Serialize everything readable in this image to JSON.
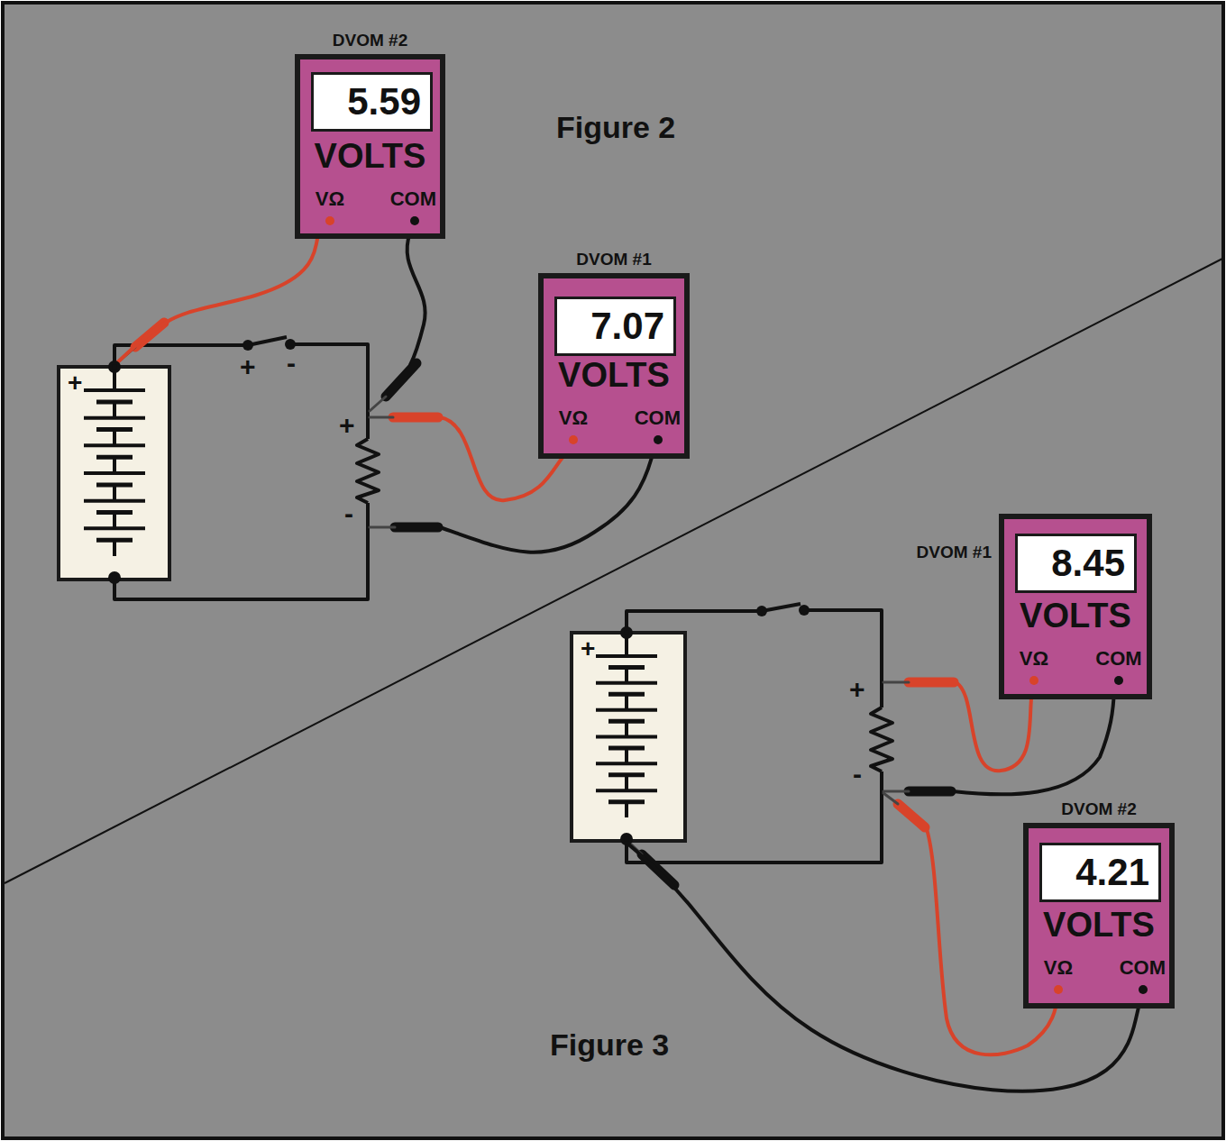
{
  "diagram": {
    "nodes": [
      {
        "text": [
          "DVOM #2",
          "VOLTS",
          "VΩ",
          "COM"
        ]
      },
      {
        "text": [
          "5.59"
        ],
        "in": 0
      },
      {
        "text": [
          "DVOM #1",
          "VOLTS",
          "VΩ",
          "COM"
        ]
      },
      {
        "text": [
          "7.07"
        ],
        "in": 2
      },
      {
        "text": [
          "+"
        ]
      },
      {
        "text": [
          "+"
        ]
      },
      {
        "text": [
          "DVOM #1",
          "VOLTS",
          "VΩ",
          "COM"
        ]
      },
      {
        "text": [
          "8.45"
        ],
        "in": 6
      },
      {
        "text": [
          "DVOM #2",
          "VOLTS",
          "VΩ",
          "COM"
        ]
      },
      {
        "text": [
          "4.21"
        ],
        "in": 8
      }
    ],
    "edges": [
      {
        "from": 0,
        "to": 4,
        "arrow": "none"
      },
      {
        "from": 8,
        "to": 5,
        "arrow": "none"
      }
    ],
    "labels": [
      "Figure 2",
      "+",
      "-",
      "+",
      "-",
      "Figure 3",
      "+",
      "-"
    ]
  }
}
